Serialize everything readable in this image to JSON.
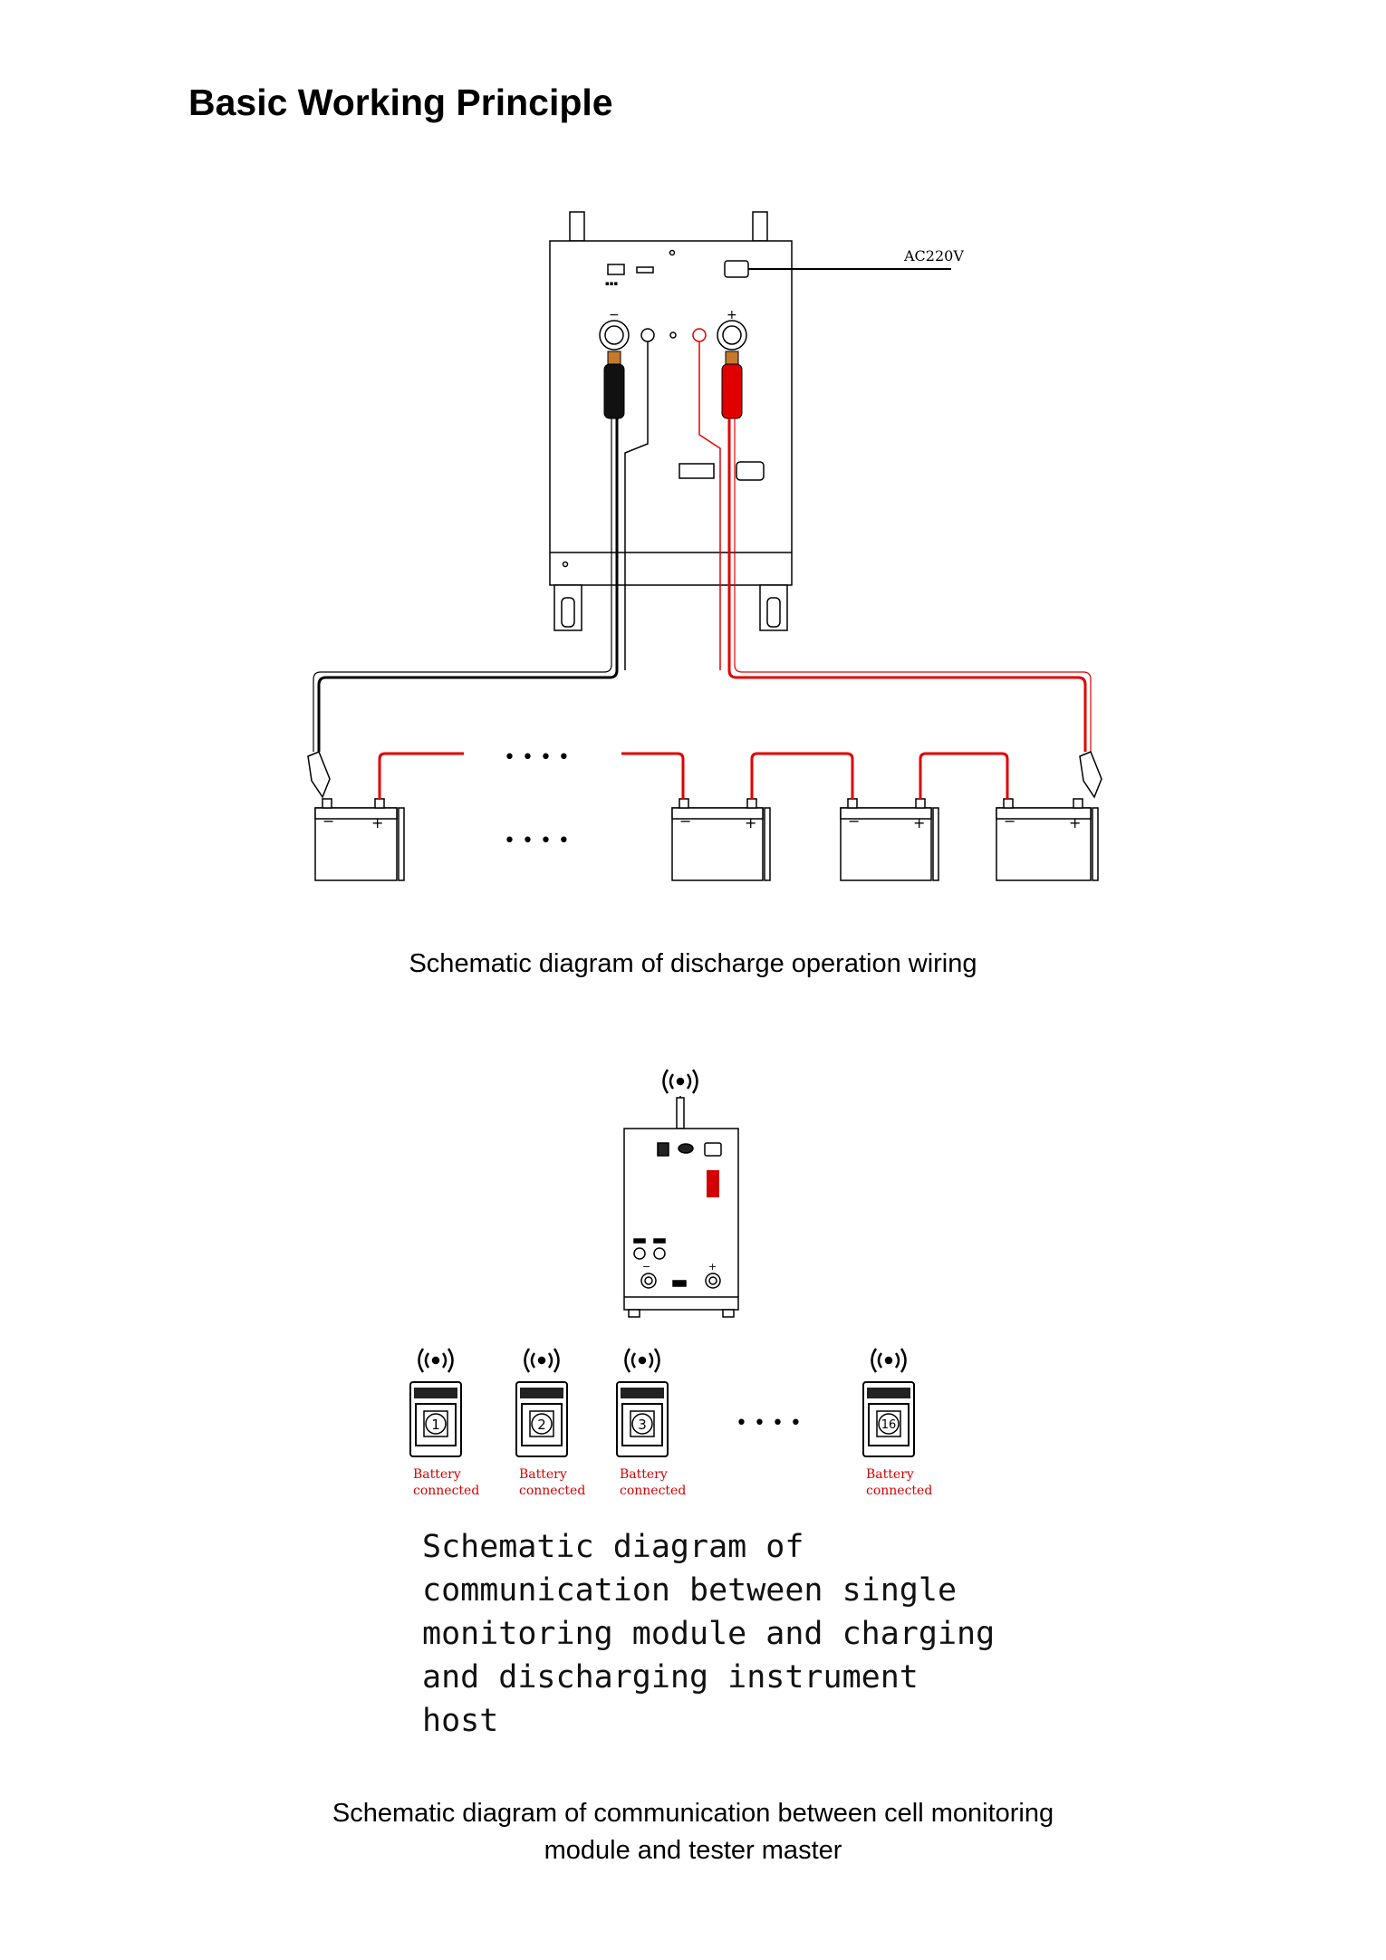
{
  "page": {
    "title": "Basic Working Principle"
  },
  "discharge_diagram": {
    "power_label": "AC220V",
    "negative_symbol": "−",
    "positive_symbol": "+",
    "ellipsis": "• • • •",
    "caption": "Schematic diagram of discharge operation wiring",
    "colors": {
      "positive": "#e00000",
      "negative": "#000000"
    }
  },
  "communication_diagram": {
    "modules": [
      {
        "number": "1",
        "status_line1": "Battery",
        "status_line2": "connected"
      },
      {
        "number": "2",
        "status_line1": "Battery",
        "status_line2": "connected"
      },
      {
        "number": "3",
        "status_line1": "Battery",
        "status_line2": "connected"
      },
      {
        "number": "16",
        "status_line1": "Battery",
        "status_line2": "connected"
      }
    ],
    "ellipsis": "• • • •",
    "inner_caption": [
      "Schematic diagram of",
      "communication between single",
      "monitoring module and charging",
      "and discharging instrument",
      "host"
    ],
    "caption": [
      "Schematic diagram of communication between cell monitoring",
      "module and tester master"
    ],
    "colors": {
      "status": "#d40000"
    }
  }
}
